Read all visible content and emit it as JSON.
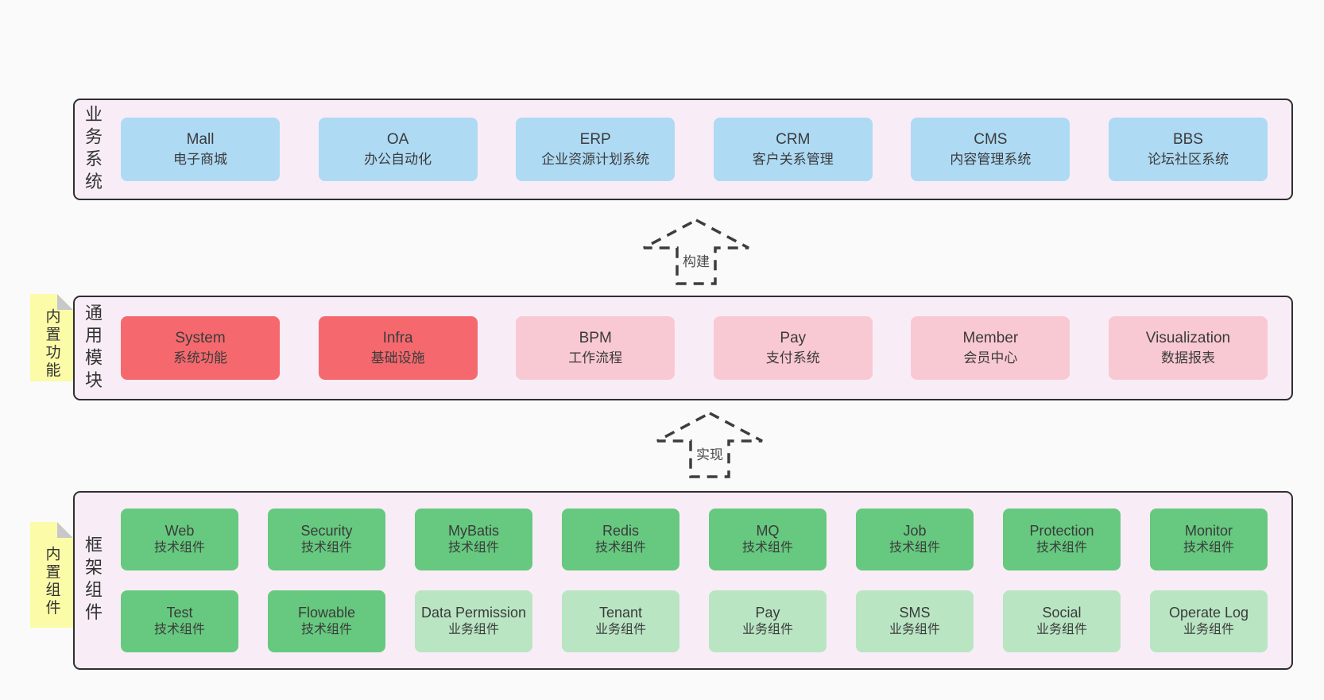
{
  "page": {
    "background": "#fafafa",
    "panel_background": "#f8edf6",
    "panel_border_color": "#2f2f2f",
    "text_color": "#3b3b3b"
  },
  "colors": {
    "blue": "#aedaf4",
    "red": "#f5696e",
    "pink": "#f9c9d3",
    "green": "#66c97f",
    "lightgreen": "#b9e5c3",
    "sticky_yellow": "#fbfba8",
    "sticky_fold": "#c8c8c8",
    "arrow_stroke": "#3d3d3d"
  },
  "arrows": [
    {
      "label": "构建"
    },
    {
      "label": "实现"
    }
  ],
  "stickies": [
    {
      "label": "内置功能"
    },
    {
      "label": "内置组件"
    }
  ],
  "panels": [
    {
      "id": "business-systems",
      "label": "业务系统",
      "rows": [
        [
          {
            "name": "Mall",
            "sub": "电子商城",
            "color": "blue"
          },
          {
            "name": "OA",
            "sub": "办公自动化",
            "color": "blue"
          },
          {
            "name": "ERP",
            "sub": "企业资源计划系统",
            "color": "blue"
          },
          {
            "name": "CRM",
            "sub": "客户关系管理",
            "color": "blue"
          },
          {
            "name": "CMS",
            "sub": "内容管理系统",
            "color": "blue"
          },
          {
            "name": "BBS",
            "sub": "论坛社区系统",
            "color": "blue"
          }
        ]
      ]
    },
    {
      "id": "common-modules",
      "label": "通用模块",
      "rows": [
        [
          {
            "name": "System",
            "sub": "系统功能",
            "color": "red"
          },
          {
            "name": "Infra",
            "sub": "基础设施",
            "color": "red"
          },
          {
            "name": "BPM",
            "sub": "工作流程",
            "color": "pink"
          },
          {
            "name": "Pay",
            "sub": "支付系统",
            "color": "pink"
          },
          {
            "name": "Member",
            "sub": "会员中心",
            "color": "pink"
          },
          {
            "name": "Visualization",
            "sub": "数据报表",
            "color": "pink"
          }
        ]
      ]
    },
    {
      "id": "framework-components",
      "label": "框架组件",
      "rows": [
        [
          {
            "name": "Web",
            "sub": "技术组件",
            "color": "green"
          },
          {
            "name": "Security",
            "sub": "技术组件",
            "color": "green"
          },
          {
            "name": "MyBatis",
            "sub": "技术组件",
            "color": "green"
          },
          {
            "name": "Redis",
            "sub": "技术组件",
            "color": "green"
          },
          {
            "name": "MQ",
            "sub": "技术组件",
            "color": "green"
          },
          {
            "name": "Job",
            "sub": "技术组件",
            "color": "green"
          },
          {
            "name": "Protection",
            "sub": "技术组件",
            "color": "green"
          },
          {
            "name": "Monitor",
            "sub": "技术组件",
            "color": "green"
          }
        ],
        [
          {
            "name": "Test",
            "sub": "技术组件",
            "color": "green"
          },
          {
            "name": "Flowable",
            "sub": "技术组件",
            "color": "green"
          },
          {
            "name": "Data Permission",
            "sub": "业务组件",
            "color": "lightgreen"
          },
          {
            "name": "Tenant",
            "sub": "业务组件",
            "color": "lightgreen"
          },
          {
            "name": "Pay",
            "sub": "业务组件",
            "color": "lightgreen"
          },
          {
            "name": "SMS",
            "sub": "业务组件",
            "color": "lightgreen"
          },
          {
            "name": "Social",
            "sub": "业务组件",
            "color": "lightgreen"
          },
          {
            "name": "Operate Log",
            "sub": "业务组件",
            "color": "lightgreen"
          }
        ]
      ]
    }
  ]
}
